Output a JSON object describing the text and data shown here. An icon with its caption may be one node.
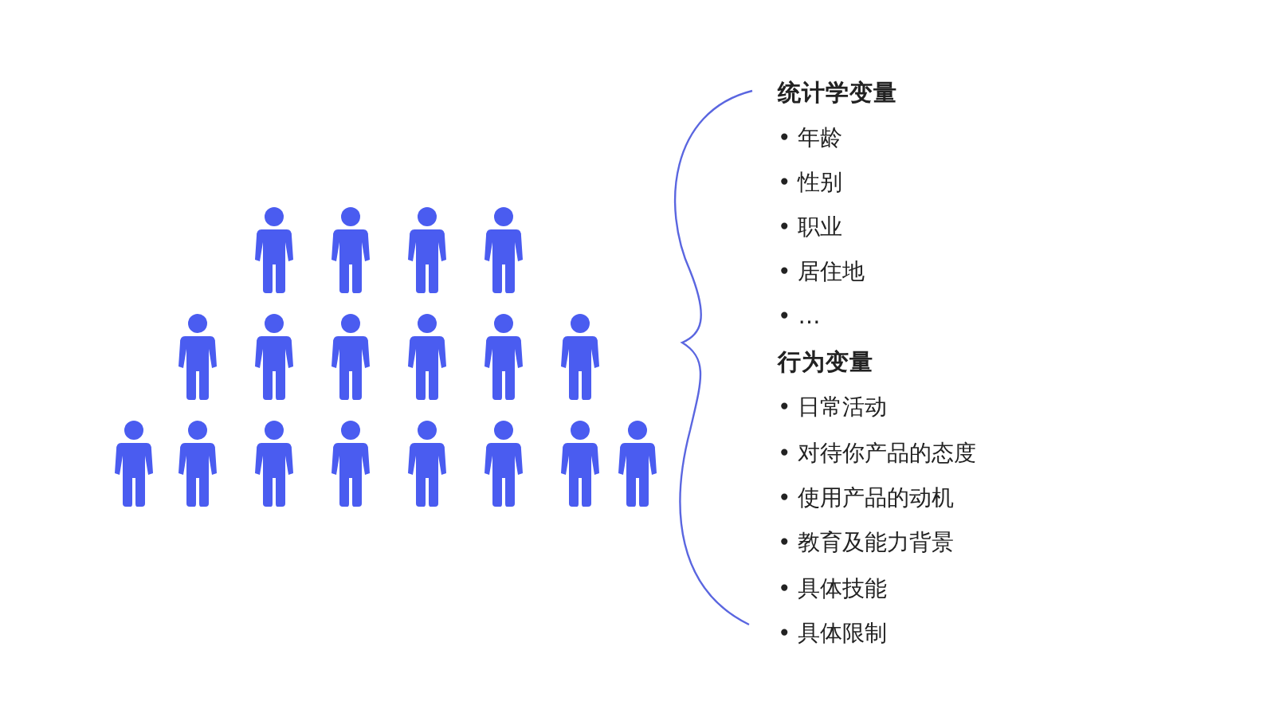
{
  "diagram": {
    "labels": [
      "统计学变量",
      "• 年龄",
      "• 性别",
      "• 职业",
      "• 居住地",
      "• …",
      "行为变量",
      "• 日常活动",
      "• 对待你产品的态度",
      "• 使用产品的动机",
      "• 教育及能力背景",
      "• 具体技能",
      "• 具体限制"
    ]
  }
}
